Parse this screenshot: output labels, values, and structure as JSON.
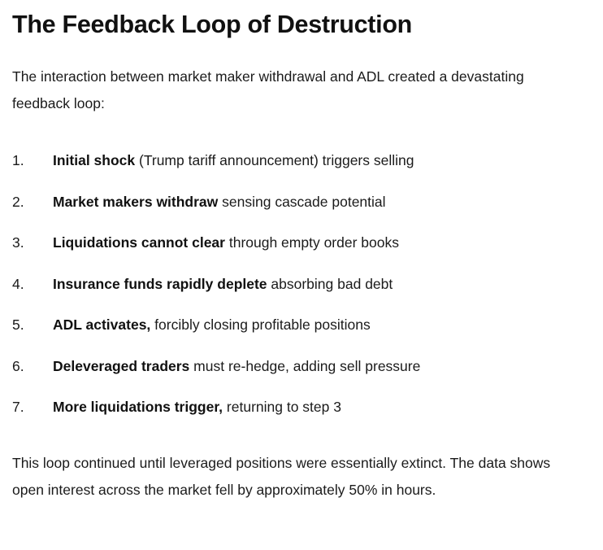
{
  "document": {
    "title": "The Feedback Loop of Destruction",
    "intro_paragraph": "The interaction between market maker withdrawal and ADL created a devastating feedback loop:",
    "closing_paragraph": "This loop continued until leveraged positions were essentially extinct. The data shows open interest across the market fell by approximately 50% in hours.",
    "steps": [
      {
        "number": "1.",
        "lead": "Initial shock",
        "rest": " (Trump tariff announcement) triggers selling"
      },
      {
        "number": "2.",
        "lead": "Market makers withdraw",
        "rest": " sensing cascade potential"
      },
      {
        "number": "3.",
        "lead": "Liquidations cannot clear",
        "rest": " through empty order books"
      },
      {
        "number": "4.",
        "lead": "Insurance funds rapidly deplete",
        "rest": " absorbing bad debt"
      },
      {
        "number": "5.",
        "lead": "ADL activates,",
        "rest": " forcibly closing profitable positions"
      },
      {
        "number": "6.",
        "lead": "Deleveraged traders",
        "rest": " must re-hedge, adding sell pressure"
      },
      {
        "number": "7.",
        "lead": "More liquidations trigger,",
        "rest": " returning to step 3"
      }
    ]
  },
  "colors": {
    "background": "#ffffff",
    "body_text": "#1b1b1b",
    "heading_text": "#111111"
  }
}
